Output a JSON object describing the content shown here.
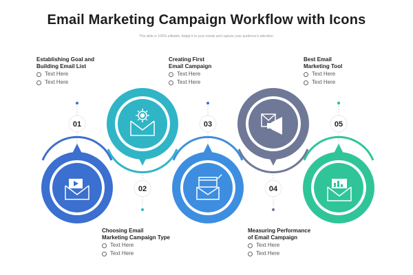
{
  "title": "Email Marketing Campaign Workflow with Icons",
  "subtitle": "This slide is 100% editable. Adapt it to your needs and capture your audience's attention.",
  "steps": [
    {
      "number": "01",
      "heading_line1": "Establishing Goal and",
      "heading_line2": "Building Email List",
      "bullet1": "Text Here",
      "bullet2": "Text Here",
      "color": "#3b6fd0",
      "icon": "email-video-icon"
    },
    {
      "number": "02",
      "heading_line1": "Choosing Email",
      "heading_line2": "Marketing Campaign Type",
      "bullet1": "Text Here",
      "bullet2": "Text Here",
      "color": "#2fb5c6",
      "icon": "email-gear-icon"
    },
    {
      "number": "03",
      "heading_line1": "Creating First",
      "heading_line2": "Email Campaign",
      "bullet1": "Text Here",
      "bullet2": "Text Here",
      "color": "#3d8ee0",
      "icon": "email-calendar-icon"
    },
    {
      "number": "04",
      "heading_line1": "Measuring Performance",
      "heading_line2": "of Email Campaign",
      "bullet1": "Text Here",
      "bullet2": "Text Here",
      "color": "#6f7896",
      "icon": "email-megaphone-icon"
    },
    {
      "number": "05",
      "heading_line1": "Best Email",
      "heading_line2": "Marketing Tool",
      "bullet1": "Text Here",
      "bullet2": "Text Here",
      "color": "#2fc598",
      "icon": "email-chart-icon"
    }
  ]
}
